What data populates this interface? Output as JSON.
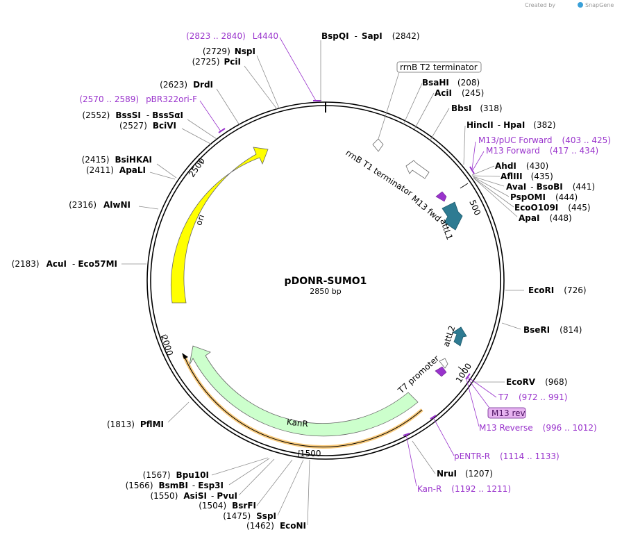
{
  "credit": {
    "text": "Created by",
    "brand": "SnapGene"
  },
  "plasmid": {
    "name": "pDONR-SUMO1",
    "length_label": "2850 bp"
  },
  "ticks": {
    "t500": "500",
    "t1000": "1000",
    "t1500": "1500",
    "t2000": "2000",
    "t2500": "2500"
  },
  "features": {
    "ori": "ori",
    "kanr": "KanR",
    "attl1": "attL1",
    "attl2": "attL2",
    "m13fwd": "M13 fwd",
    "rrnbt1": "rrnB T1 terminator",
    "rrnbt2": "rrnB T2 terminator",
    "t7promoter": "T7 promoter"
  },
  "sites": {
    "bspqi": {
      "name": "BspQI",
      "alt": "SapI",
      "pos": "(2842)"
    },
    "nspi": {
      "name": "NspI",
      "pos": "(2729)"
    },
    "pcii": {
      "name": "PciI",
      "pos": "(2725)"
    },
    "drdi": {
      "name": "DrdI",
      "pos": "(2623)"
    },
    "bsssi": {
      "name": "BssSI",
      "alt": "BssSαI",
      "pos": "(2552)"
    },
    "bcivi": {
      "name": "BciVI",
      "pos": "(2527)"
    },
    "bsihkai": {
      "name": "BsiHKAI",
      "pos": "(2415)"
    },
    "apali": {
      "name": "ApaLI",
      "pos": "(2411)"
    },
    "alwni": {
      "name": "AlwNI",
      "pos": "(2316)"
    },
    "acui": {
      "name": "AcuI",
      "alt": "Eco57MI",
      "pos": "(2183)"
    },
    "pflmi": {
      "name": "PflMI",
      "pos": "(1813)"
    },
    "bpu10i": {
      "name": "Bpu10I",
      "pos": "(1567)"
    },
    "bsmbi": {
      "name": "BsmBI",
      "alt": "Esp3I",
      "pos": "(1566)"
    },
    "asisi": {
      "name": "AsiSI",
      "alt": "PvuI",
      "pos": "(1550)"
    },
    "bsrfi": {
      "name": "BsrFI",
      "pos": "(1504)"
    },
    "sspi": {
      "name": "SspI",
      "pos": "(1475)"
    },
    "econi": {
      "name": "EcoNI",
      "pos": "(1462)"
    },
    "nrui": {
      "name": "NruI",
      "pos": "(1207)"
    },
    "ecorv": {
      "name": "EcoRV",
      "pos": "(968)"
    },
    "bseri": {
      "name": "BseRI",
      "pos": "(814)"
    },
    "ecori": {
      "name": "EcoRI",
      "pos": "(726)"
    },
    "apai": {
      "name": "ApaI",
      "pos": "(448)"
    },
    "ecoo109i": {
      "name": "EcoO109I",
      "pos": "(445)"
    },
    "pspomi": {
      "name": "PspOMI",
      "pos": "(444)"
    },
    "avai": {
      "name": "AvaI",
      "alt": "BsoBI",
      "pos": "(441)"
    },
    "afliii": {
      "name": "AflIII",
      "pos": "(435)"
    },
    "ahdi": {
      "name": "AhdI",
      "pos": "(430)"
    },
    "hincii": {
      "name": "HincII",
      "alt": "HpaI",
      "pos": "(382)"
    },
    "bbsi": {
      "name": "BbsI",
      "pos": "(318)"
    },
    "acii": {
      "name": "AciI",
      "pos": "(245)"
    },
    "bsahi": {
      "name": "BsaHI",
      "pos": "(208)"
    }
  },
  "primers": {
    "l4440": {
      "name": "L4440",
      "range": "(2823 .. 2840)"
    },
    "pbr322": {
      "name": "pBR322ori-F",
      "range": "(2570 .. 2589)"
    },
    "m13puc": {
      "name": "M13/pUC Forward",
      "range": "(403 .. 425)"
    },
    "m13forward": {
      "name": "M13 Forward",
      "range": "(417 .. 434)"
    },
    "t7": {
      "name": "T7",
      "range": "(972 .. 991)"
    },
    "m13rev": {
      "name": "M13 rev"
    },
    "m13reverse": {
      "name": "M13 Reverse",
      "range": "(996 .. 1012)"
    },
    "pentr": {
      "name": "pENTR-R",
      "range": "(1114 .. 1133)"
    },
    "kanr": {
      "name": "Kan-R",
      "range": "(1192 .. 1211)"
    }
  },
  "colors": {
    "ori": "#ffff00",
    "kanr": "#ccffcc",
    "att": "#2e7b92",
    "primer": "#9933cc",
    "orf_outline": "#f5a623"
  }
}
